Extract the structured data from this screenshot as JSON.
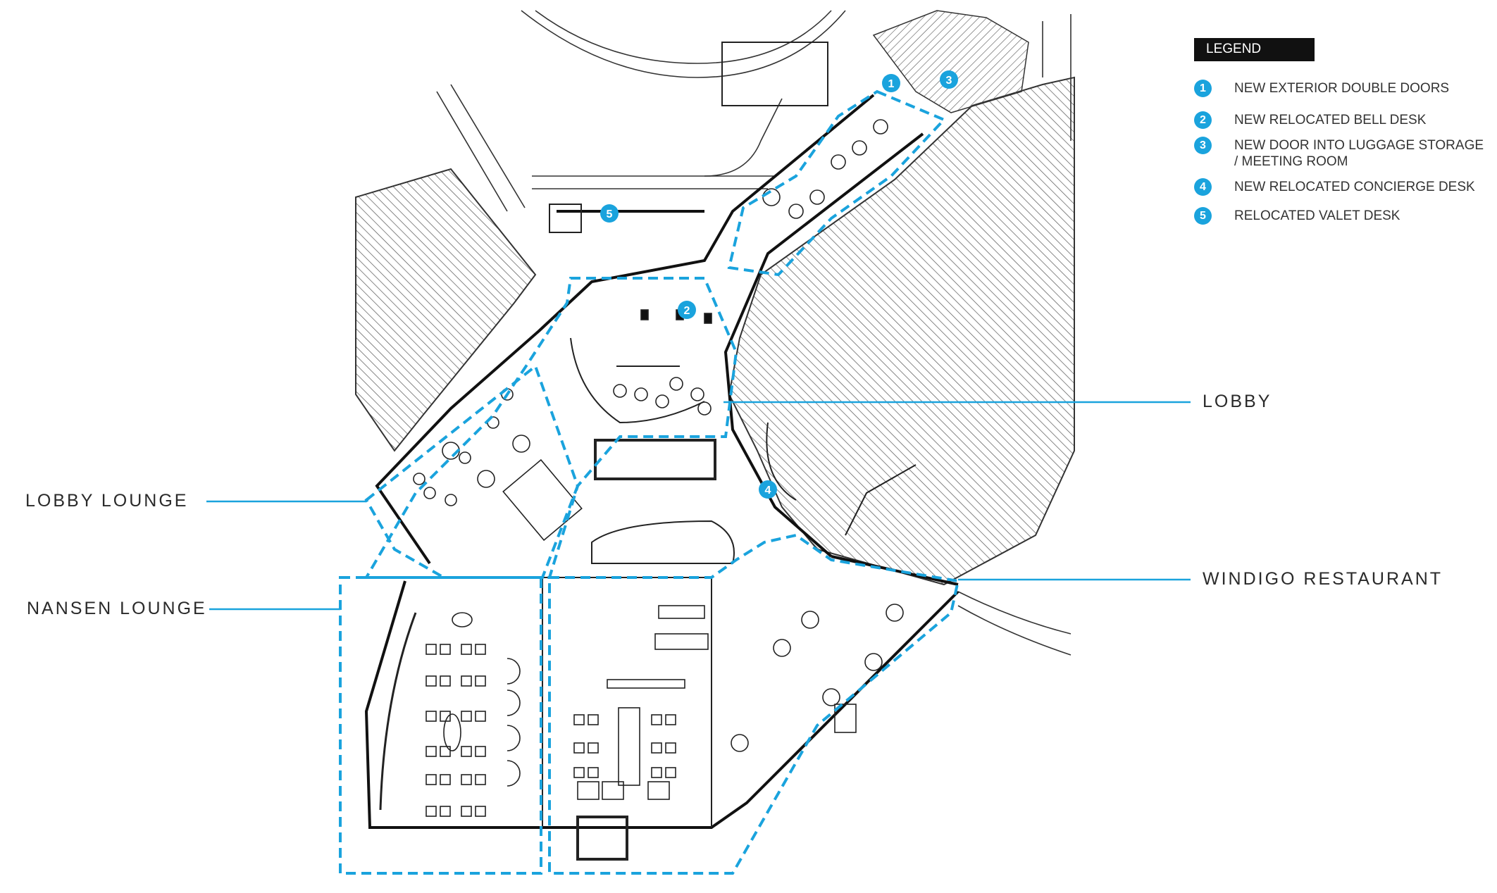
{
  "legend": {
    "title": "LEGEND",
    "items": [
      {
        "num": "1",
        "text": "NEW EXTERIOR DOUBLE DOORS"
      },
      {
        "num": "2",
        "text": "NEW RELOCATED BELL DESK"
      },
      {
        "num": "3",
        "text": "NEW DOOR INTO LUGGAGE STORAGE / MEETING ROOM"
      },
      {
        "num": "4",
        "text": "NEW RELOCATED CONCIERGE DESK"
      },
      {
        "num": "5",
        "text": "RELOCATED VALET DESK"
      }
    ]
  },
  "areas": {
    "lobby": "LOBBY",
    "lobby_lounge": "LOBBY LOUNGE",
    "nansen_lounge": "NANSEN LOUNGE",
    "windigo_restaurant": "WINDIGO RESTAURANT"
  },
  "markers": [
    "1",
    "2",
    "3",
    "4",
    "5"
  ],
  "colors": {
    "highlight": "#1aa3dd",
    "linework": "#222222",
    "hatch": "#555555",
    "legend_bg": "#111111"
  }
}
